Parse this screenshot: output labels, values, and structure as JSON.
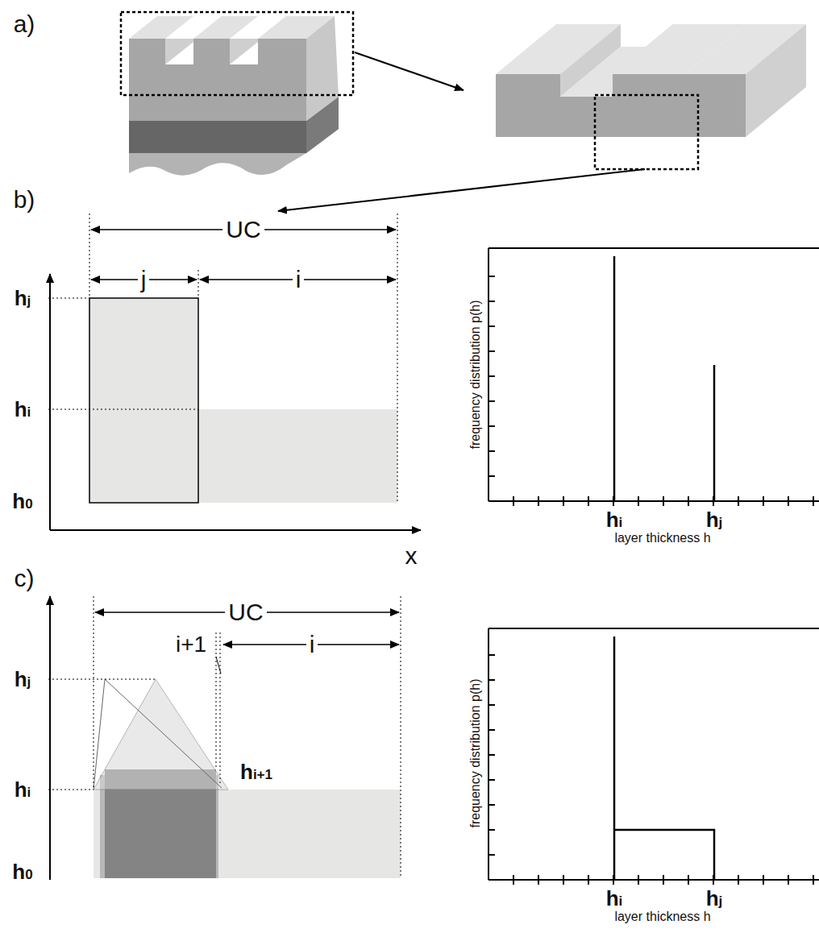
{
  "diagram": {
    "labels": [
      "a)",
      "b)",
      "UC",
      "j",
      "i",
      "hj",
      "hi",
      "h0",
      "x",
      "frequency distribution p(h)",
      "hi",
      "hj",
      "layer thickness h",
      "c)",
      "UC",
      "i+1",
      "i",
      "hj",
      "hi",
      "h0",
      "hi+1",
      "frequency distribution p(h)",
      "hi",
      "hj",
      "layer thickness h"
    ]
  }
}
